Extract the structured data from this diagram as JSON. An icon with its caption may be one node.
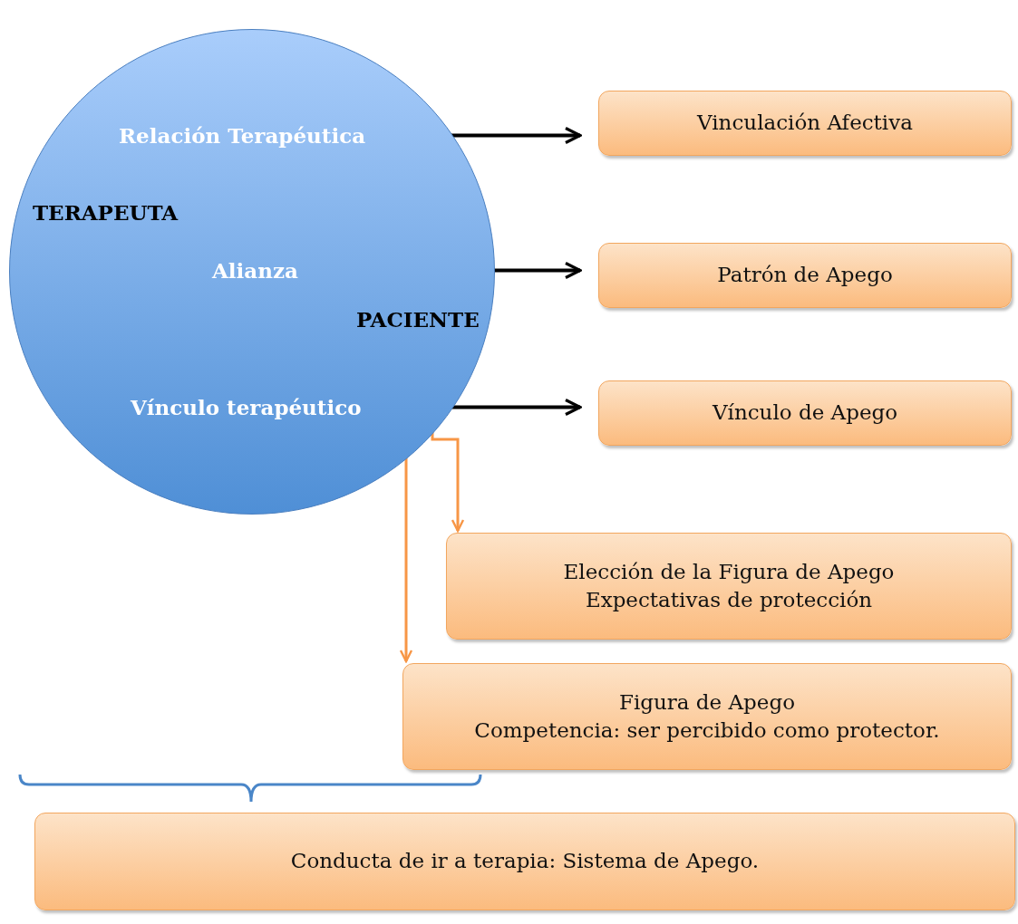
{
  "diagram": {
    "nodes": [
      {
        "text": [],
        "shape": "circle"
      },
      {
        "text": [
          "Relación Terapéutica"
        ],
        "in": 0
      },
      {
        "text": [
          "Vinculación Afectiva"
        ]
      },
      {
        "text": [
          "TERAPEUTA"
        ],
        "in": 0
      },
      {
        "text": [
          "Alianza"
        ],
        "in": 0
      },
      {
        "text": [
          "Patrón de Apego"
        ]
      },
      {
        "text": [
          "PACIENTE"
        ],
        "in": 0
      },
      {
        "text": [
          "Vínculo terapéutico"
        ],
        "in": 0
      },
      {
        "text": [
          "Vínculo de Apego"
        ]
      },
      {
        "text": [
          "Elección de la Figura de Apego",
          "Expectativas de protección"
        ]
      },
      {
        "text": [
          "Figura de Apego",
          "Competencia: ser percibido como protector."
        ]
      },
      {
        "text": [
          "Conducta de ir a terapia: Sistema de Apego."
        ]
      }
    ],
    "edges": [
      {
        "from": 1,
        "to": 2,
        "arrow": "to"
      },
      {
        "from": 4,
        "to": 5,
        "arrow": "to"
      },
      {
        "from": 7,
        "to": 8,
        "arrow": "to"
      },
      {
        "from": 6,
        "to": 9,
        "arrow": "to",
        "color": "#f79646"
      },
      {
        "from": 3,
        "to": 10,
        "arrow": "to",
        "color": "#f79646"
      }
    ]
  }
}
